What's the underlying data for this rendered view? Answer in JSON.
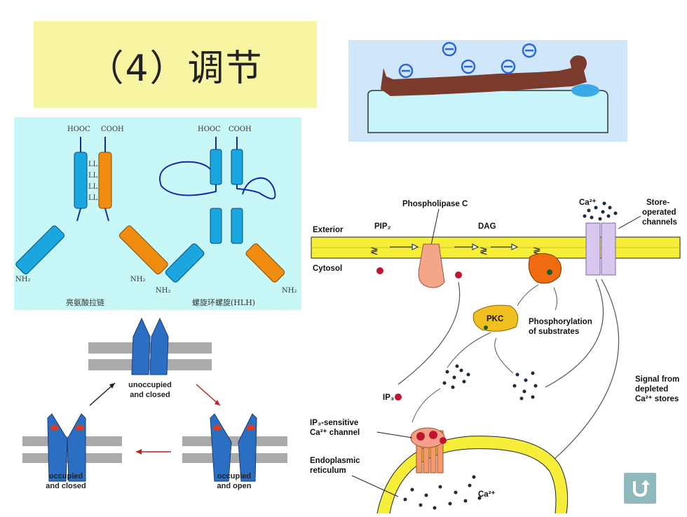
{
  "slide": {
    "title": "（4）调节"
  },
  "zipper": {
    "hooc_1": "HOOC",
    "cooh_1": "COOH",
    "hooc_2": "HOOC",
    "cooh_2": "COOH",
    "ll": "LL",
    "nh2": "NH₂",
    "caption_left": "亮氨酸拉链",
    "caption_right": "螺旋环螺旋(HLH)"
  },
  "channel": {
    "unoccupied": "unoccupied",
    "and_closed": "and closed",
    "occupied": "occupied",
    "and_open": "and open"
  },
  "signaling": {
    "phospholipase_c": "Phospholipase C",
    "exterior": "Exterior",
    "cytosol": "Cytosol",
    "pip2": "PIP₂",
    "dag": "DAG",
    "ca_top": "Ca²⁺",
    "store_operated": "Store-",
    "operated": "operated",
    "channels": "channels",
    "pkc": "PKC",
    "phosphorylation": "Phosphorylation",
    "of_substrates": "of substrates",
    "ip3": "IP₃",
    "ip3_sensitive": "IP₃-sensitive",
    "ca_channel": "Ca²⁺ channel",
    "endoplasmic": "Endoplasmic",
    "reticulum": "reticulum",
    "ca_bottom": "Ca²⁺",
    "signal_from": "Signal from",
    "depleted": "depleted",
    "ca_stores": "Ca²⁺ stores"
  },
  "patient": {
    "ion_symbol": "⊖"
  },
  "colors": {
    "title_bg": "#f7f4a2",
    "helix_blue": "#1aa7e0",
    "helix_orange": "#f08c10",
    "channel_blue": "#2a6fc2",
    "membrane_yellow": "#f7ee3a"
  },
  "icons": {
    "back": "return-arrow-icon"
  }
}
